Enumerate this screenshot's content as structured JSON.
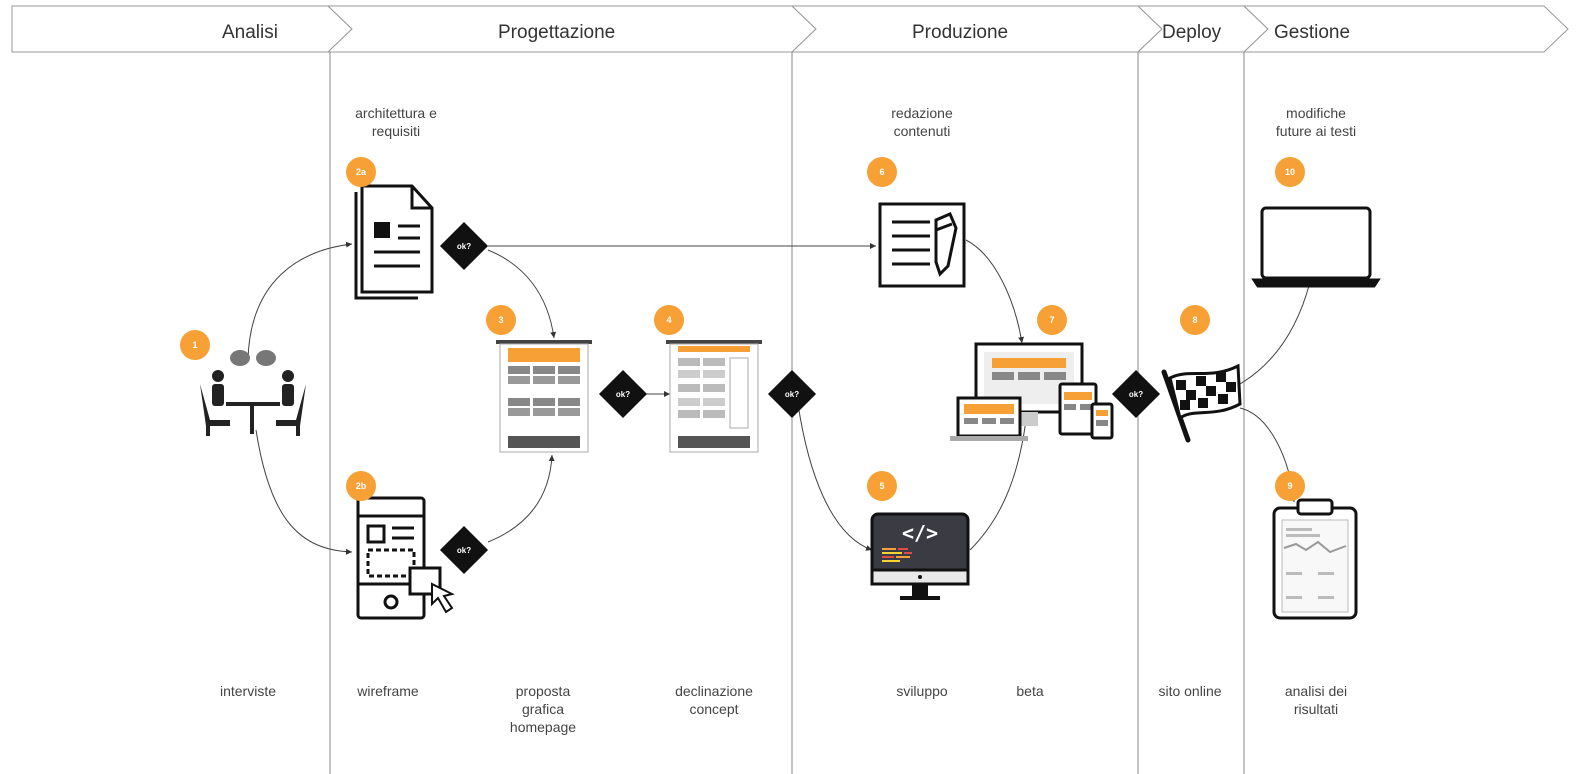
{
  "phases": [
    {
      "name": "Analisi"
    },
    {
      "name": "Progettazione"
    },
    {
      "name": "Produzione"
    },
    {
      "name": "Deploy"
    },
    {
      "name": "Gestione"
    }
  ],
  "top_labels": {
    "architettura": "architettura e\nrequisiti",
    "redazione": "redazione\ncontenuti",
    "modifiche": "modifiche\nfuture ai testi"
  },
  "bottom_labels": {
    "interviste": "interviste",
    "wireframe": "wireframe",
    "proposta": "proposta\ngrafica\nhomepage",
    "declinazione": "declinazione\nconcept",
    "sviluppo": "sviluppo",
    "beta": "beta",
    "sito_online": "sito online",
    "analisi_risultati": "analisi dei\nrisultati"
  },
  "steps": {
    "s1": "1",
    "s2a": "2a",
    "s2b": "2b",
    "s3": "3",
    "s4": "4",
    "s5": "5",
    "s6": "6",
    "s7": "7",
    "s8": "8",
    "s9": "9",
    "s10": "10"
  },
  "decision_label": "ok?",
  "icons": {
    "meeting": "meeting-icon",
    "document": "document-icon",
    "mobile_wireframe": "mobile-wireframe-icon",
    "homepage_mockup": "homepage-mockup-icon",
    "concept_mockup": "concept-mockup-icon",
    "content_writing": "content-writing-icon",
    "code_monitor": "code-monitor-icon",
    "responsive_devices": "responsive-devices-icon",
    "checkered_flag": "checkered-flag-icon",
    "laptop": "laptop-icon",
    "clipboard_report": "clipboard-report-icon"
  },
  "colors": {
    "accent": "#f6a035",
    "ink": "#111111",
    "line": "#555555"
  }
}
